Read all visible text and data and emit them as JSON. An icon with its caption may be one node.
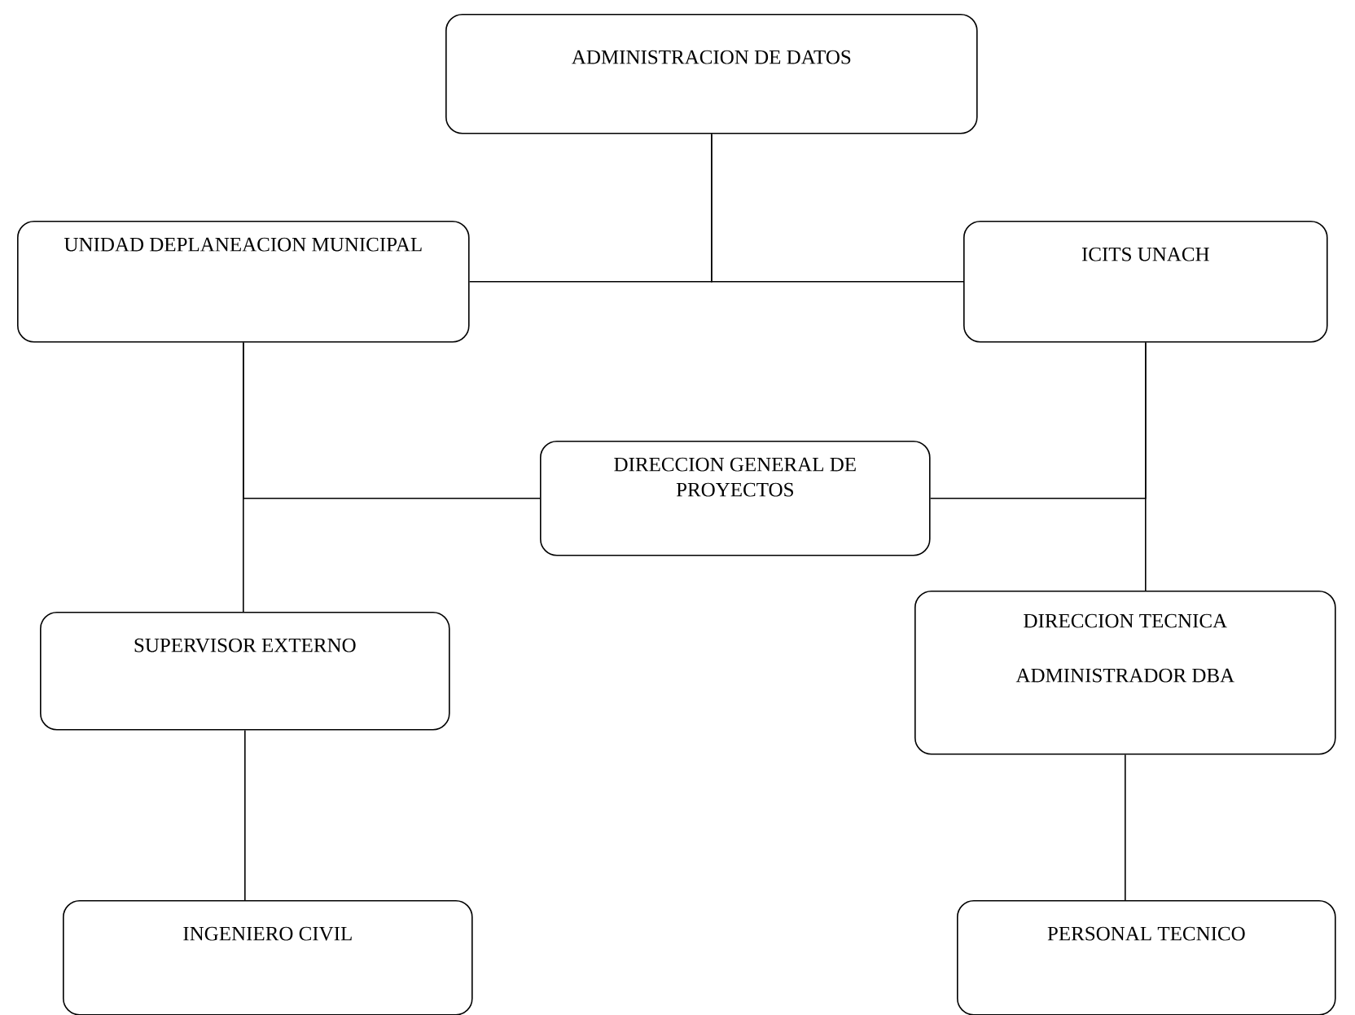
{
  "diagram": {
    "nodes": [
      {
        "text": [
          "ADMINISTRACION DE DATOS"
        ]
      },
      {
        "text": [
          "UNIDAD DEPLANEACION MUNICIPAL"
        ]
      },
      {
        "text": [
          "ICITS UNACH"
        ]
      },
      {
        "text": [
          "DIRECCION GENERAL DE PROYECTOS"
        ]
      },
      {
        "text": [
          "SUPERVISOR EXTERNO"
        ]
      },
      {
        "text": [
          "DIRECCION TECNICA",
          "ADMINISTRADOR DBA"
        ]
      },
      {
        "text": [
          "INGENIERO CIVIL"
        ]
      },
      {
        "text": [
          "PERSONAL TECNICO"
        ]
      }
    ],
    "edges": [
      {
        "from": 0,
        "to": 1,
        "arrow": "none"
      },
      {
        "from": 0,
        "to": 2,
        "arrow": "none"
      },
      {
        "from": 3,
        "to": 1,
        "arrow": "none"
      },
      {
        "from": 3,
        "to": 2,
        "arrow": "none"
      },
      {
        "from": 1,
        "to": 4,
        "arrow": "none"
      },
      {
        "from": 2,
        "to": 5,
        "arrow": "none"
      },
      {
        "from": 4,
        "to": 6,
        "arrow": "none"
      },
      {
        "from": 5,
        "to": 7,
        "arrow": "none"
      }
    ]
  }
}
